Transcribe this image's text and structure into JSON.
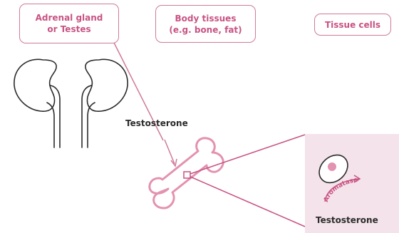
{
  "boxes": {
    "adrenal_line1": "Adrenal gland",
    "adrenal_line2": "or Testes",
    "body_line1": "Body tissues",
    "body_line2": "(e.g. bone, fat)",
    "cells": "Tissue cells"
  },
  "labels": {
    "testosterone_bone": "Testosterone",
    "testosterone_cell": "Testosterone",
    "aromatase": "Aromatase"
  },
  "colors": {
    "accent": "#c85383",
    "line": "#cf7a98",
    "panel": "#f4e3ea",
    "kidney_stroke": "#2b2b2b",
    "text_dark": "#2b2b2b"
  },
  "icons": [
    "kidneys-icon",
    "bone-icon",
    "cell-icon"
  ]
}
